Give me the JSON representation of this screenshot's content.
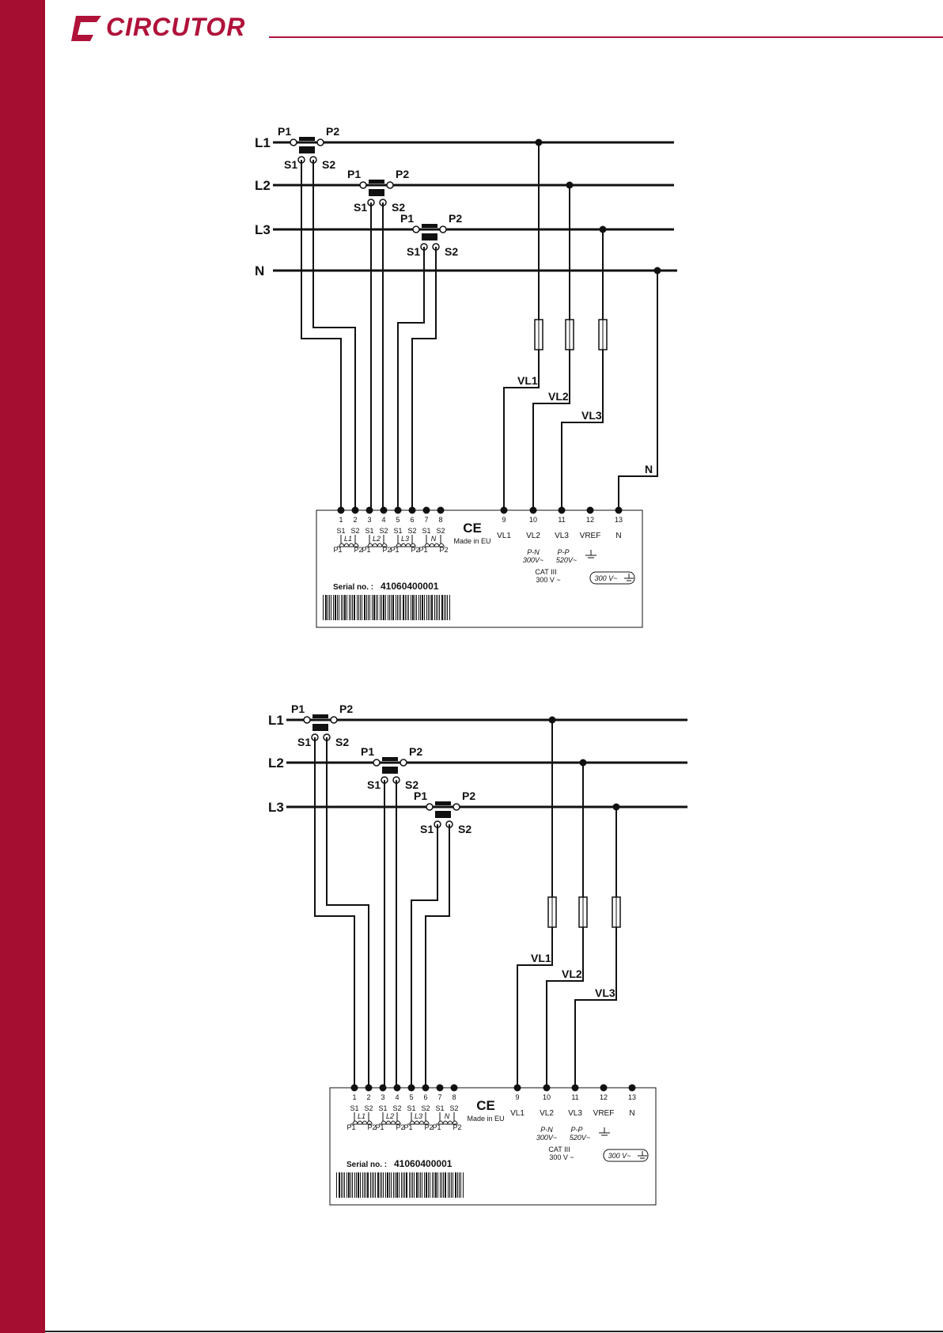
{
  "brand": {
    "name": "CIRCUTOR",
    "color": "#a50d31"
  },
  "diagrams": [
    {
      "lines": [
        "L1",
        "L2",
        "L3",
        "N"
      ],
      "ct_labels": {
        "p1": "P1",
        "p2": "P2",
        "s1": "S1",
        "s2": "S2"
      },
      "voltage_labels": [
        "VL1",
        "VL2",
        "VL3",
        "N"
      ],
      "terminal_numbers": [
        "1",
        "2",
        "3",
        "4",
        "5",
        "6",
        "7",
        "8",
        "9",
        "10",
        "11",
        "12",
        "13"
      ],
      "ct_terminal_names": [
        "L1",
        "L2",
        "L3",
        "N"
      ],
      "voltage_terminal_names": [
        "VL1",
        "VL2",
        "VL3",
        "VREF",
        "N"
      ],
      "ce_mark": "CE",
      "made_in": "Made in EU",
      "pn_label": "P-N",
      "pn_value": "300V~",
      "pp_label": "P-P",
      "pp_value": "520V~",
      "cat_label": "CAT III",
      "cat_value": "300 V ~",
      "box_rating": "300 V~",
      "serial_label": "Serial no. :",
      "serial_value": "41060400001"
    },
    {
      "lines": [
        "L1",
        "L2",
        "L3"
      ],
      "ct_labels": {
        "p1": "P1",
        "p2": "P2",
        "s1": "S1",
        "s2": "S2"
      },
      "voltage_labels": [
        "VL1",
        "VL2",
        "VL3"
      ],
      "terminal_numbers": [
        "1",
        "2",
        "3",
        "4",
        "5",
        "6",
        "7",
        "8",
        "9",
        "10",
        "11",
        "12",
        "13"
      ],
      "ct_terminal_names": [
        "L1",
        "L2",
        "L3",
        "N"
      ],
      "voltage_terminal_names": [
        "VL1",
        "VL2",
        "VL3",
        "VREF",
        "N"
      ],
      "ce_mark": "CE",
      "made_in": "Made in EU",
      "pn_label": "P-N",
      "pn_value": "300V~",
      "pp_label": "P-P",
      "pp_value": "520V~",
      "cat_label": "CAT III",
      "cat_value": "300 V ~",
      "box_rating": "300 V~",
      "serial_label": "Serial no. :",
      "serial_value": "41060400001"
    }
  ]
}
